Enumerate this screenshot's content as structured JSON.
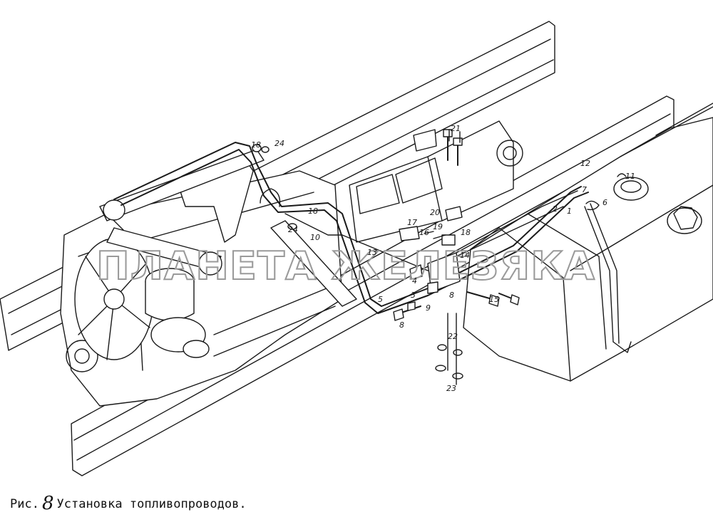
{
  "caption": {
    "prefix": "Рис.",
    "number": "8",
    "title": "Установка топливопроводов."
  },
  "watermark": "ПЛАНЕТА ЖЕЛЕЗЯКА",
  "callouts": [
    {
      "id": "c1",
      "label": "1"
    },
    {
      "id": "c2",
      "label": "2"
    },
    {
      "id": "c3",
      "label": "3"
    },
    {
      "id": "c4",
      "label": "4"
    },
    {
      "id": "c5",
      "label": "5"
    },
    {
      "id": "c6",
      "label": "6"
    },
    {
      "id": "c7",
      "label": "7"
    },
    {
      "id": "c8a",
      "label": "8"
    },
    {
      "id": "c8b",
      "label": "8"
    },
    {
      "id": "c9",
      "label": "9"
    },
    {
      "id": "c10",
      "label": "10"
    },
    {
      "id": "c11",
      "label": "11"
    },
    {
      "id": "c12",
      "label": "12"
    },
    {
      "id": "c13",
      "label": "13"
    },
    {
      "id": "c14",
      "label": "14"
    },
    {
      "id": "c15",
      "label": "15"
    },
    {
      "id": "c16",
      "label": "16"
    },
    {
      "id": "c17",
      "label": "17"
    },
    {
      "id": "c18a",
      "label": "18"
    },
    {
      "id": "c18b",
      "label": "18"
    },
    {
      "id": "c18c",
      "label": "18"
    },
    {
      "id": "c19",
      "label": "19"
    },
    {
      "id": "c20",
      "label": "20"
    },
    {
      "id": "c21",
      "label": "21"
    },
    {
      "id": "c22",
      "label": "22"
    },
    {
      "id": "c23",
      "label": "23"
    },
    {
      "id": "c24a",
      "label": "24"
    },
    {
      "id": "c24b",
      "label": "24"
    }
  ]
}
